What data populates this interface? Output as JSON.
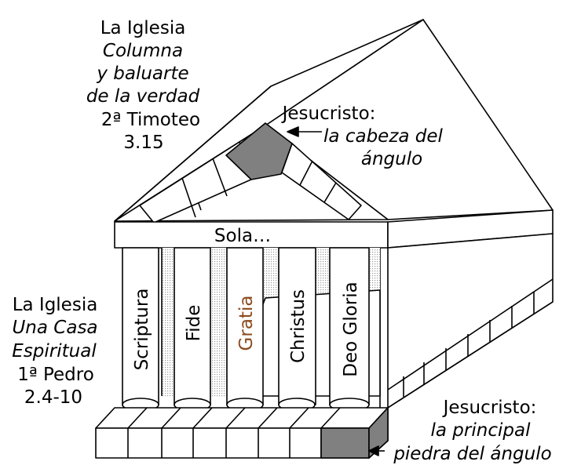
{
  "colors": {
    "stroke": "#000000",
    "cornerstone_fill": "#808080",
    "stipple": "#d0d0d0",
    "gratia_text": "#8a4b1f",
    "background": "#ffffff"
  },
  "top_left_label": {
    "line1": "La Iglesia",
    "line2": "Columna",
    "line3": "y baluarte",
    "line4": "de la verdad",
    "line5": "2ª Timoteo",
    "line6": "3.15"
  },
  "bottom_left_label": {
    "line1": "La Iglesia",
    "line2": "Una Casa",
    "line3": "Espiritual",
    "line4": "1ª Pedro",
    "line5": "2.4-10"
  },
  "head_of_corner_label": {
    "line1": "Jesucristo:",
    "line2": "la cabeza del",
    "line3": "ángulo"
  },
  "chief_cornerstone_label": {
    "line1": "Jesucristo:",
    "line2": "la principal",
    "line3": "piedra del ángulo"
  },
  "architrave_text": "Sola…",
  "columns": [
    {
      "label": "Scriptura"
    },
    {
      "label": "Fide"
    },
    {
      "label": "Gratia"
    },
    {
      "label": "Christus"
    },
    {
      "label": "Deo Gloria"
    }
  ]
}
